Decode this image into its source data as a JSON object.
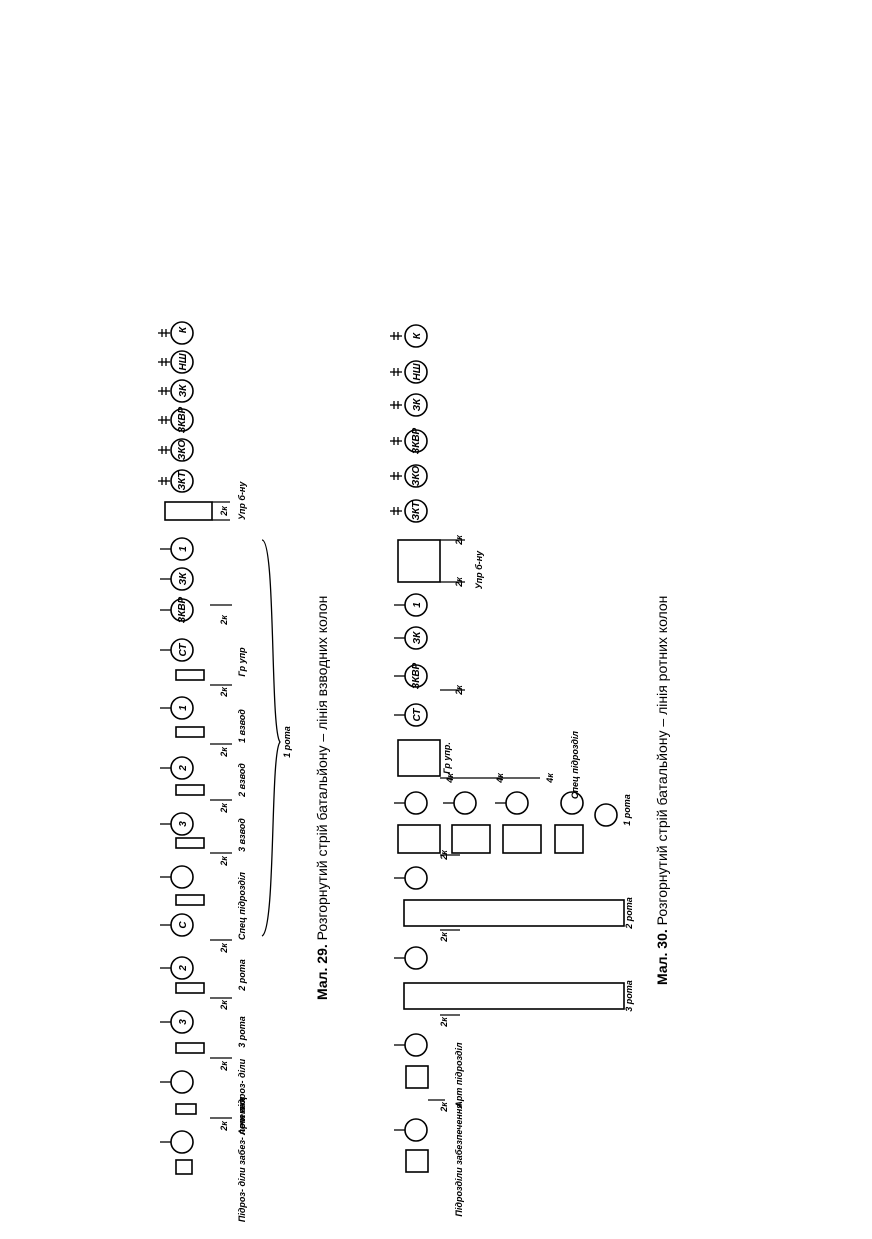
{
  "fig29": {
    "caption_num": "Мал. 29.",
    "caption_text": "Розгорнутий стрій батальйону – лінія взводних колон",
    "vehicles": [
      "К",
      "НШ",
      "ЗК",
      "ЗКВР",
      "ЗКО",
      "ЗКТ"
    ],
    "platoon_circles": [
      "1",
      "ЗК",
      "ЗКВР",
      "СТ",
      "1",
      "2",
      "3",
      "С",
      "2",
      "3"
    ],
    "spacing": "2к",
    "labels": {
      "upr": "Упр б-ну",
      "gr_upr": "Гр упр",
      "vzvod1": "1 взвод",
      "vzvod2": "2 взвод",
      "vzvod3": "3 взвод",
      "spec": "Спец підрозділ",
      "rota2": "2 рота",
      "rota3": "3 рота",
      "art": "Арт підроз- діли",
      "zabezp": "Підроз- діли забез- печення",
      "rota1": "1 рота"
    }
  },
  "fig30": {
    "caption_num": "Мал. 30.",
    "caption_text": "Розгорнутий стрій батальйону – лінія ротних колон",
    "vehicles": [
      "К",
      "НШ",
      "ЗК",
      "ЗКВР",
      "ЗКО",
      "ЗКТ"
    ],
    "company_circles": [
      "1",
      "ЗК",
      "ЗКВР",
      "СТ"
    ],
    "spacing": "2к",
    "spacing4": "4к",
    "labels": {
      "upr": "Упр б-ну",
      "gr_upr": "Гр упр.",
      "spec": "Спец підрозділ",
      "rota1": "1 рота",
      "rota2": "2 рота",
      "rota3": "3 рота",
      "art": "Арт підрозділ",
      "zabezp": "Підрозділи забезпечення"
    }
  }
}
